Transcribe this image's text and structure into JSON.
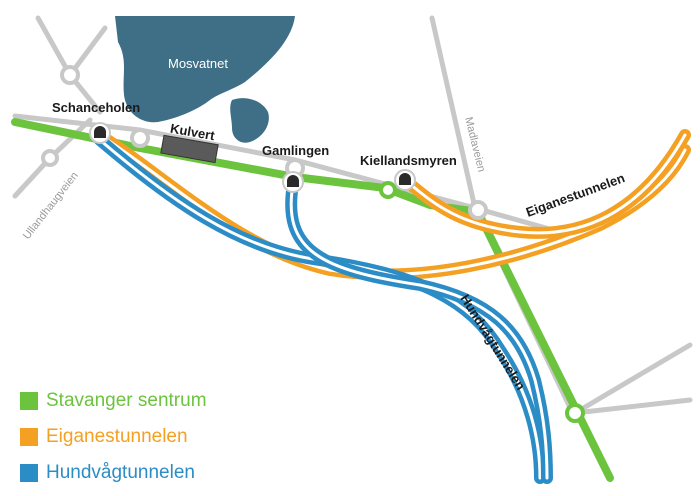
{
  "colors": {
    "green": "#6cc33e",
    "orange": "#f4a023",
    "blue": "#2c8dc6",
    "lake": "#3f6f87",
    "road": "#c8c8c8"
  },
  "map": {
    "lake_name": "Mosvatnet",
    "culvert_label": "Kulvert",
    "stations": [
      "Schanceholen",
      "Gamlingen",
      "Kiellandsmyren"
    ],
    "streets": [
      "Ullandhaugveien",
      "Madlaveien"
    ],
    "tunnels": [
      "Eiganestunnelen",
      "Hundvågtunnelen"
    ]
  },
  "legend": [
    {
      "label": "Stavanger sentrum",
      "color": "#6cc33e"
    },
    {
      "label": "Eiganestunnelen",
      "color": "#f4a023"
    },
    {
      "label": "Hundvågtunnelen",
      "color": "#2c8dc6"
    }
  ],
  "icons": {
    "tunnel_portal": "tunnel-portal-icon",
    "junction": "junction-circle-icon"
  }
}
